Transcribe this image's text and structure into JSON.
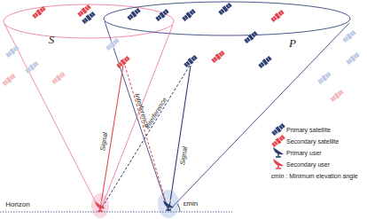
{
  "diagram": {
    "labels": [
      "S",
      "P",
      "Signal",
      "Interference",
      "Interference",
      "Signal",
      "Horizon",
      "εmin"
    ],
    "legend": [
      {
        "text": "Primary satellite"
      },
      {
        "text": "Secondary satellite"
      },
      {
        "text": "Primary user"
      },
      {
        "text": "Secondary user"
      },
      {
        "text": "εmin : Minimum elevation angle"
      }
    ]
  }
}
